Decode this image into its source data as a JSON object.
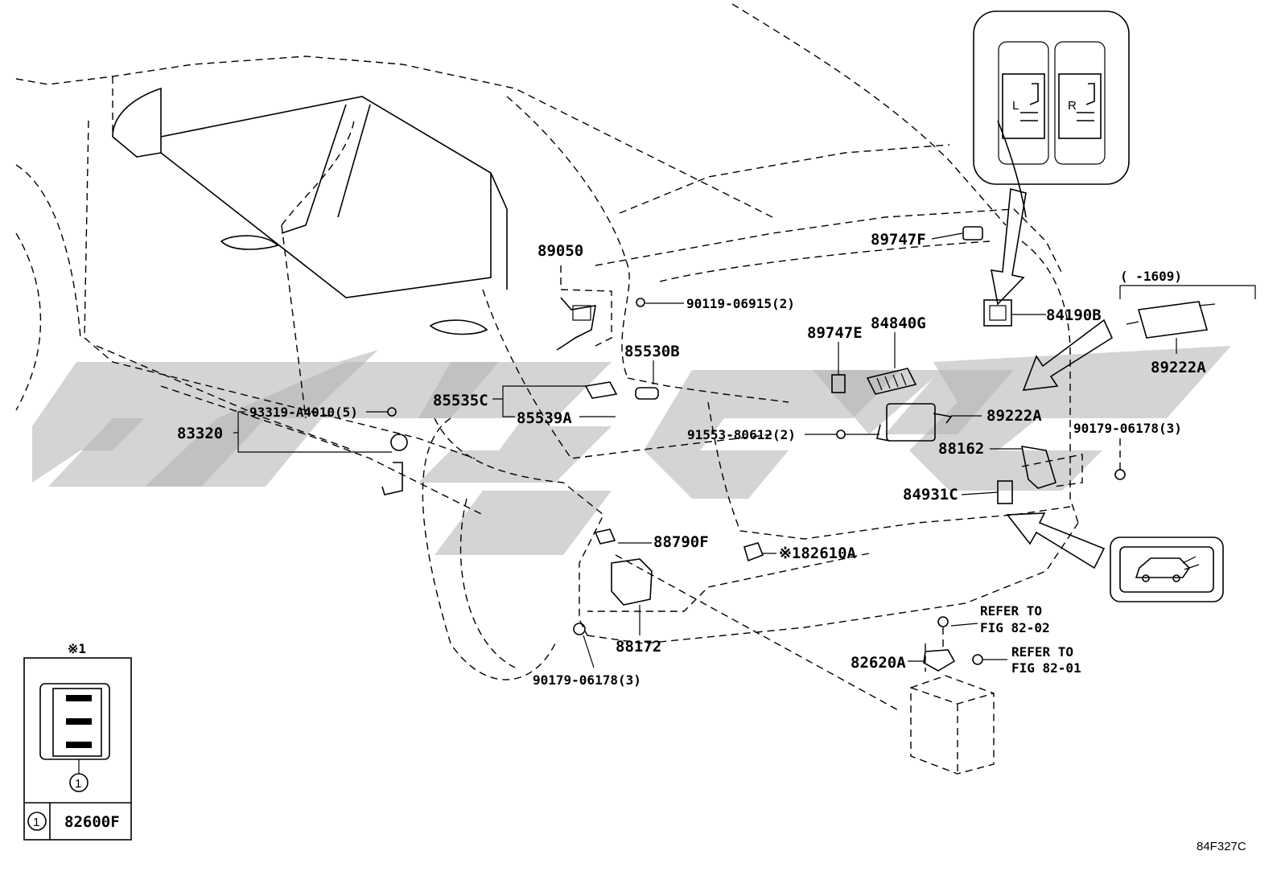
{
  "diagram_code": "84F327C",
  "parts": {
    "p89050": "89050",
    "p90119": "90119-06915(2)",
    "p85530B": "85530B",
    "p85535C": "85535C",
    "p85539A": "85539A",
    "p93319": "93319-A4010(5)",
    "p83320": "83320",
    "p89747F": "89747F",
    "p84190B": "84190B",
    "p89747E": "89747E",
    "p84840G": "84840G",
    "p89222A_top": "89222A",
    "p89222A": "89222A",
    "p91553": "91553-80612(2)",
    "p90179_right": "90179-06178(3)",
    "p88162": "88162",
    "p84931C": "84931C",
    "p88790F": "88790F",
    "p82610A": "※182610A",
    "p88172": "88172",
    "p90179_left": "90179-06178(3)",
    "p82620A": "82620A"
  },
  "refs": {
    "ref1_line1": "REFER TO",
    "ref1_line2": "FIG 82-02",
    "ref2_line1": "REFER TO",
    "ref2_line2": "FIG 82-01"
  },
  "date_range": "(    -1609)",
  "inset": {
    "marker": "※1",
    "circle_num": "1",
    "part": "82600F"
  },
  "switch_labels": {
    "left": "L",
    "right": "R"
  },
  "icons": [
    "seat-switch-icon",
    "power-back-door-icon"
  ]
}
